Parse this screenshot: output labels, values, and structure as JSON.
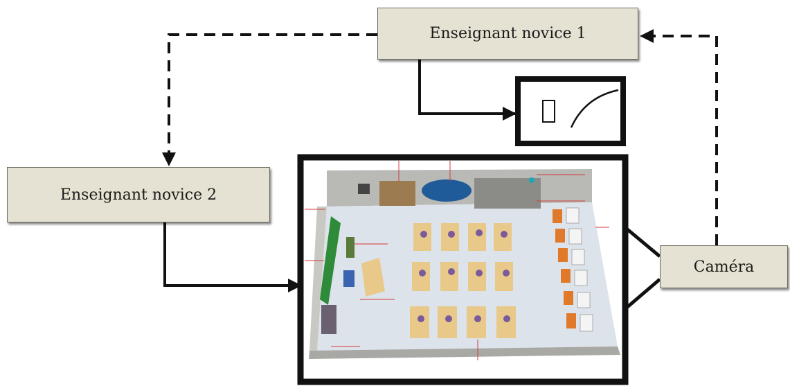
{
  "nodes": {
    "novice1": "Enseignant novice 1",
    "novice2": "Enseignant novice 2",
    "camera": "Caméra"
  },
  "colors": {
    "box_fill": "#e6e2d3",
    "box_border": "#6b6b5e",
    "line": "#111111",
    "board": "#2e8b3a",
    "desk": "#e8c98a",
    "chair": "#e07a2a",
    "floor": "#dde3ea"
  }
}
